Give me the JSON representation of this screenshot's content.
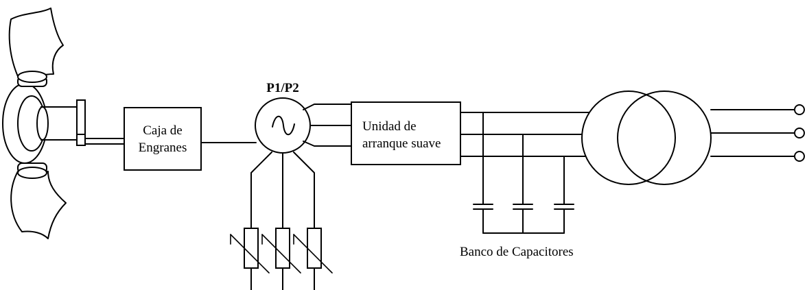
{
  "labels": {
    "gearbox_line1": "Caja de",
    "gearbox_line2": "Engranes",
    "generator": "P1/P2",
    "softstart_line1": "Unidad de",
    "softstart_line2": "arranque suave",
    "capacitors": "Banco de Capacitores"
  }
}
